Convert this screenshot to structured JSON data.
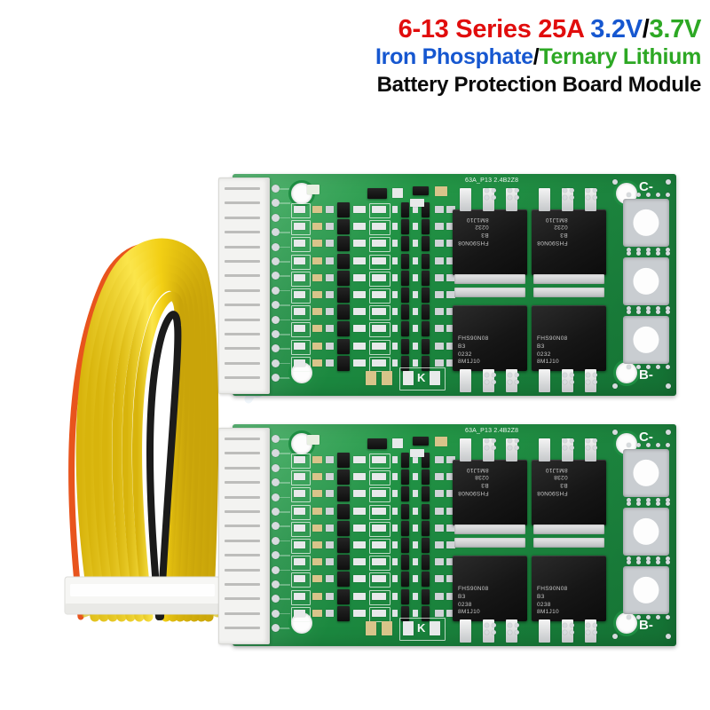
{
  "product": {
    "title_line1": {
      "series": "6-13 Series 25A",
      "voltage_lifepo4": "3.2V",
      "separator": "/",
      "voltage_liion": "3.7V"
    },
    "title_line2": {
      "chemistry_a": "Iron Phosphate",
      "separator": "/",
      "chemistry_b": "Ternary Lithium"
    },
    "title_line3": "Battery Protection Board Module",
    "colors": {
      "red": "#e10d0d",
      "blue": "#1657d0",
      "green": "#2da824",
      "black": "#000000",
      "pcb_green": "#1e8d42",
      "wire_yellow": "#f5d418"
    }
  },
  "boards": [
    {
      "id": "board-top",
      "label": "top-pcb",
      "mosfets": [
        {
          "part": "FHS90N08",
          "code1": "B3",
          "code2": "0232",
          "code3": "8M1J10"
        },
        {
          "part": "FHS90N08",
          "code1": "B3",
          "code2": "0232",
          "code3": "8M1J10"
        },
        {
          "part": "FHS90N08",
          "code1": "B3",
          "code2": "0232",
          "code3": "8M1J10"
        },
        {
          "part": "FHS90N08",
          "code1": "B3",
          "code2": "0232",
          "code3": "8M1J10"
        }
      ],
      "terminals": {
        "charge": "C-",
        "battery": "B-"
      },
      "silkscreen": "63A_P13 2.4B2Z8",
      "connector_pins": 14,
      "diode_marking": "K"
    },
    {
      "id": "board-bottom",
      "label": "bottom-pcb",
      "mosfets": [
        {
          "part": "FHS90N08",
          "code1": "B3",
          "code2": "0238",
          "code3": "8M1J10"
        },
        {
          "part": "FHS90N08",
          "code1": "B3",
          "code2": "0238",
          "code3": "8M1J10"
        },
        {
          "part": "FHS90N08",
          "code1": "B3",
          "code2": "0238",
          "code3": "8M1J10"
        },
        {
          "part": "FHS90N08",
          "code1": "B3",
          "code2": "0238",
          "code3": "8M1J10"
        }
      ],
      "terminals": {
        "charge": "C-",
        "battery": "B-"
      },
      "silkscreen": "63A_P13 2.4B2Z8",
      "connector_pins": 14,
      "diode_marking": "K"
    }
  ],
  "cable": {
    "label": "balance-lead-harness",
    "jacket_color": "yellow",
    "extra_wires": [
      "black",
      "red"
    ],
    "connector_color": "white"
  }
}
